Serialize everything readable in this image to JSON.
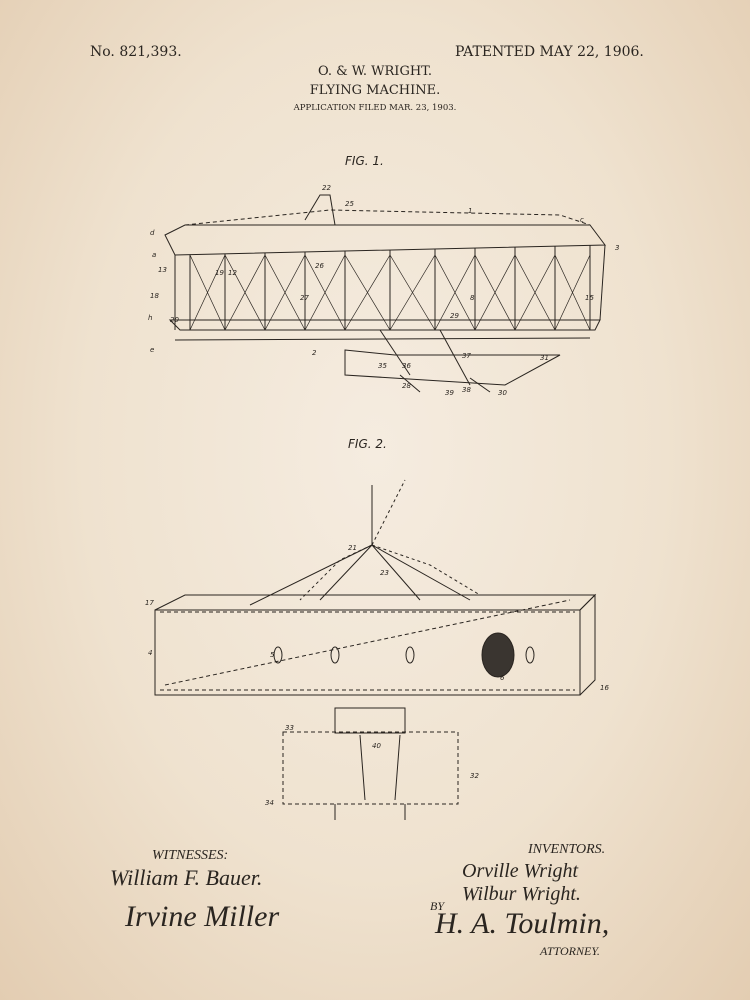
{
  "header": {
    "patent_number": "No. 821,393.",
    "patent_date": "PATENTED MAY 22, 1906.",
    "inventors": "O. & W. WRIGHT.",
    "title": "FLYING MACHINE.",
    "filed": "APPLICATION FILED MAR. 23, 1903."
  },
  "figures": {
    "fig1_label": "FIG. 1.",
    "fig2_label": "FIG. 2."
  },
  "reference_numerals": [
    "22",
    "25",
    "1",
    "c",
    "3",
    "d",
    "a",
    "13",
    "18",
    "19",
    "12",
    "26",
    "27",
    "8",
    "15",
    "29",
    "h",
    "20",
    "e",
    "2",
    "35",
    "36",
    "37",
    "28",
    "38",
    "39",
    "30",
    "31",
    "23",
    "21",
    "17",
    "4",
    "5",
    "6",
    "16",
    "33",
    "40",
    "32",
    "34"
  ],
  "footer": {
    "witnesses_label": "WITNESSES:",
    "witness_1": "William F. Bauer.",
    "witness_2": "Irvine Miller",
    "inventors_label": "INVENTORS.",
    "inventor_1": "Orville Wright",
    "inventor_2": "Wilbur Wright.",
    "by_label": "BY",
    "attorney_signature": "H. A. Toulmin,",
    "attorney_label": "ATTORNEY."
  }
}
